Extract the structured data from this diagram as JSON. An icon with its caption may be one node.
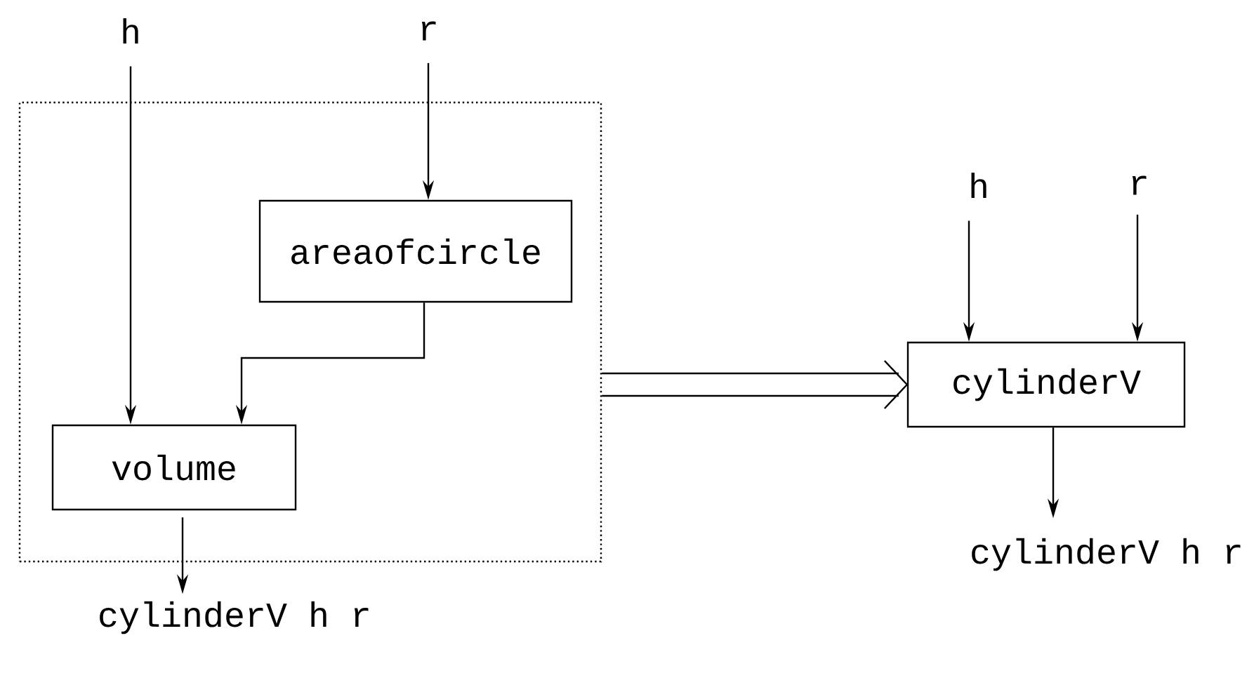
{
  "diagram": {
    "nodes": [
      {
        "text": [],
        "shape": "box"
      },
      {
        "text": [
          "h"
        ]
      },
      {
        "text": [
          "r"
        ]
      },
      {
        "text": [
          "areaofcircle"
        ],
        "in": 0
      },
      {
        "text": [
          "volume"
        ],
        "in": 0
      },
      {
        "text": [
          "cylinderV h r"
        ]
      },
      {
        "text": [
          "h"
        ]
      },
      {
        "text": [
          "r"
        ]
      },
      {
        "text": [
          "cylinderV"
        ]
      },
      {
        "text": [
          "cylinderV h r"
        ]
      }
    ],
    "edges": [
      {
        "from": 1,
        "to": 4,
        "arrow": "to"
      },
      {
        "from": 2,
        "to": 3,
        "arrow": "to"
      },
      {
        "from": 3,
        "to": 4,
        "arrow": "to"
      },
      {
        "from": 4,
        "to": 5,
        "arrow": "to"
      },
      {
        "from": 0,
        "to": 8,
        "arrow": "to"
      },
      {
        "from": 6,
        "to": 8,
        "arrow": "to"
      },
      {
        "from": 7,
        "to": 8,
        "arrow": "to"
      },
      {
        "from": 8,
        "to": 9,
        "arrow": "to"
      }
    ]
  }
}
